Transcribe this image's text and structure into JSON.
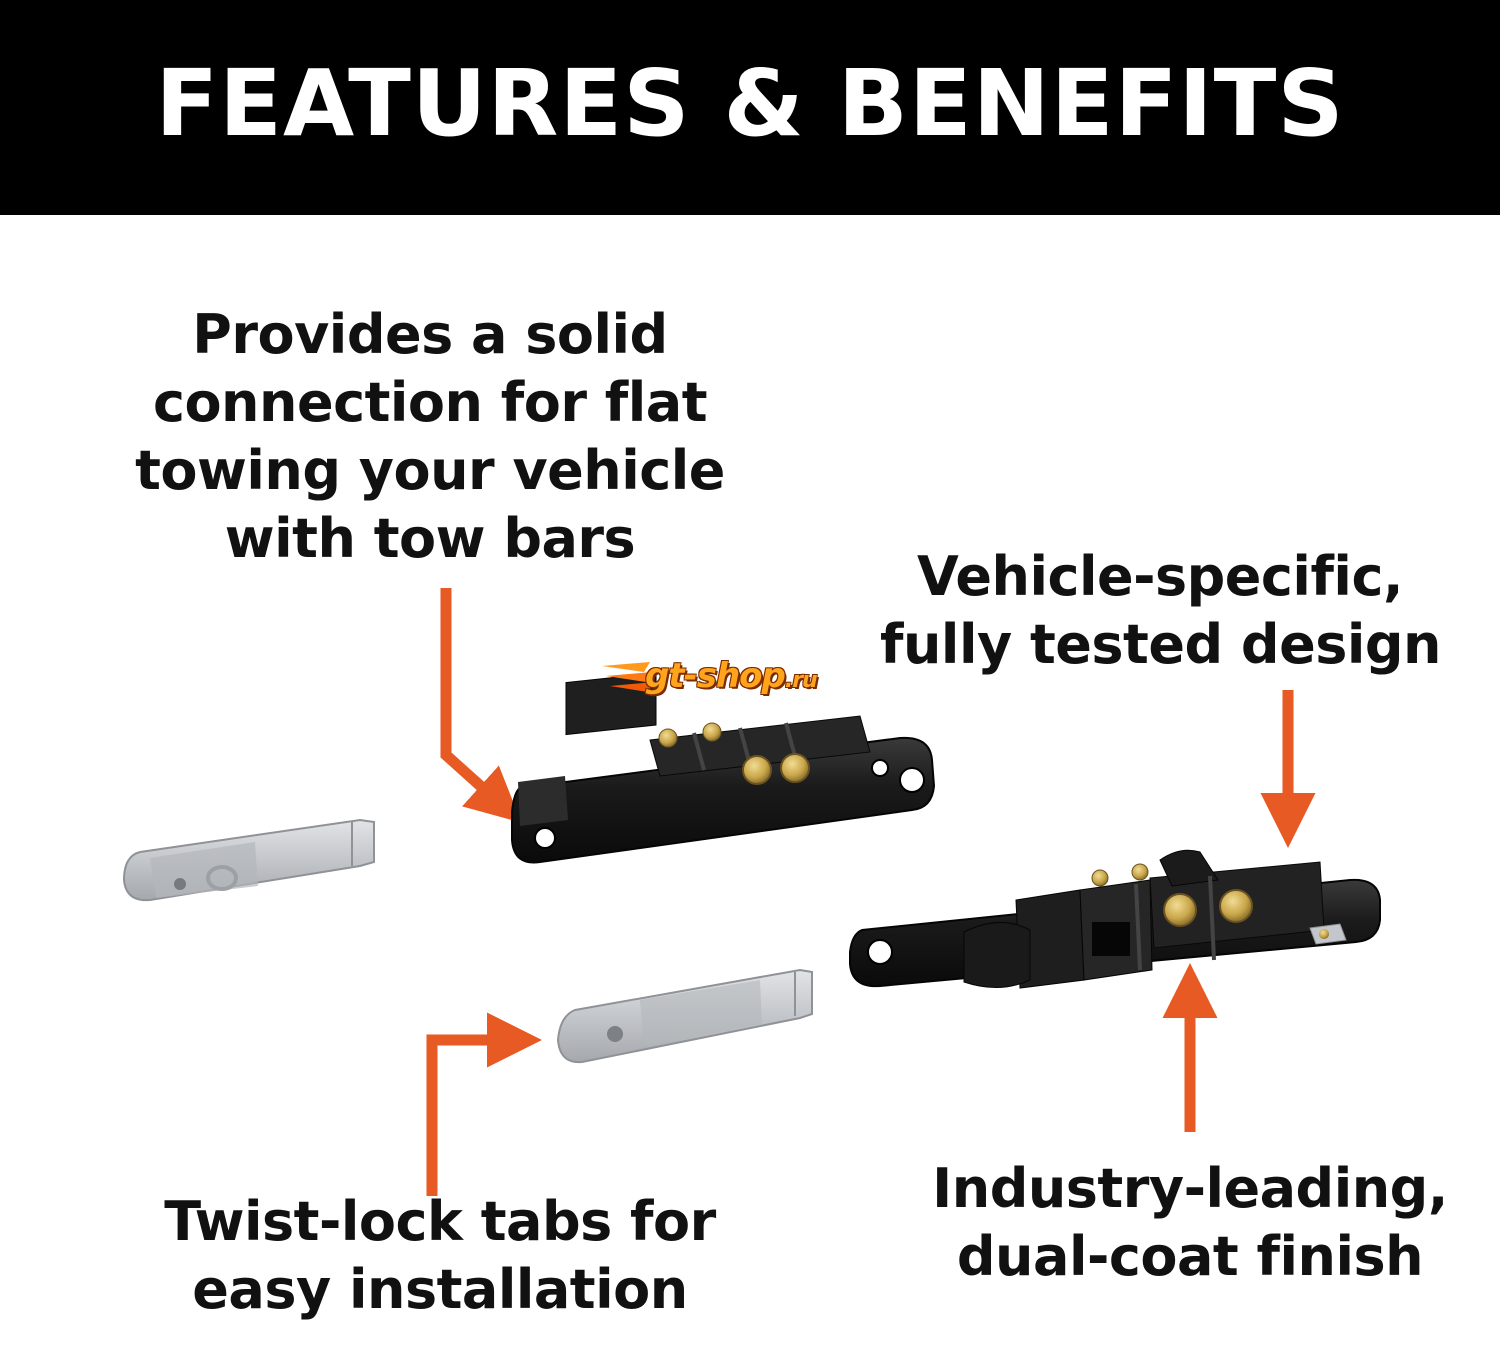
{
  "header": {
    "title": "FEATURES & BENEFITS"
  },
  "callouts": [
    {
      "lines": [
        "Provides a solid",
        "connection for flat",
        "towing your vehicle",
        "with tow bars"
      ]
    },
    {
      "lines": [
        "Vehicle-specific,",
        "fully tested design"
      ]
    },
    {
      "lines": [
        "Twist-lock tabs for",
        "easy installation"
      ]
    },
    {
      "lines": [
        "Industry-leading,",
        "dual-coat finish"
      ]
    }
  ],
  "watermark": {
    "text": "gt-shop",
    "suffix": ".ru"
  },
  "colors": {
    "banner": "#000000",
    "accent_arrow": "#e85a23",
    "text": "#111111",
    "bracket": "#161616",
    "tab": "#c9ccd0",
    "bolt": "#c9a64a"
  }
}
